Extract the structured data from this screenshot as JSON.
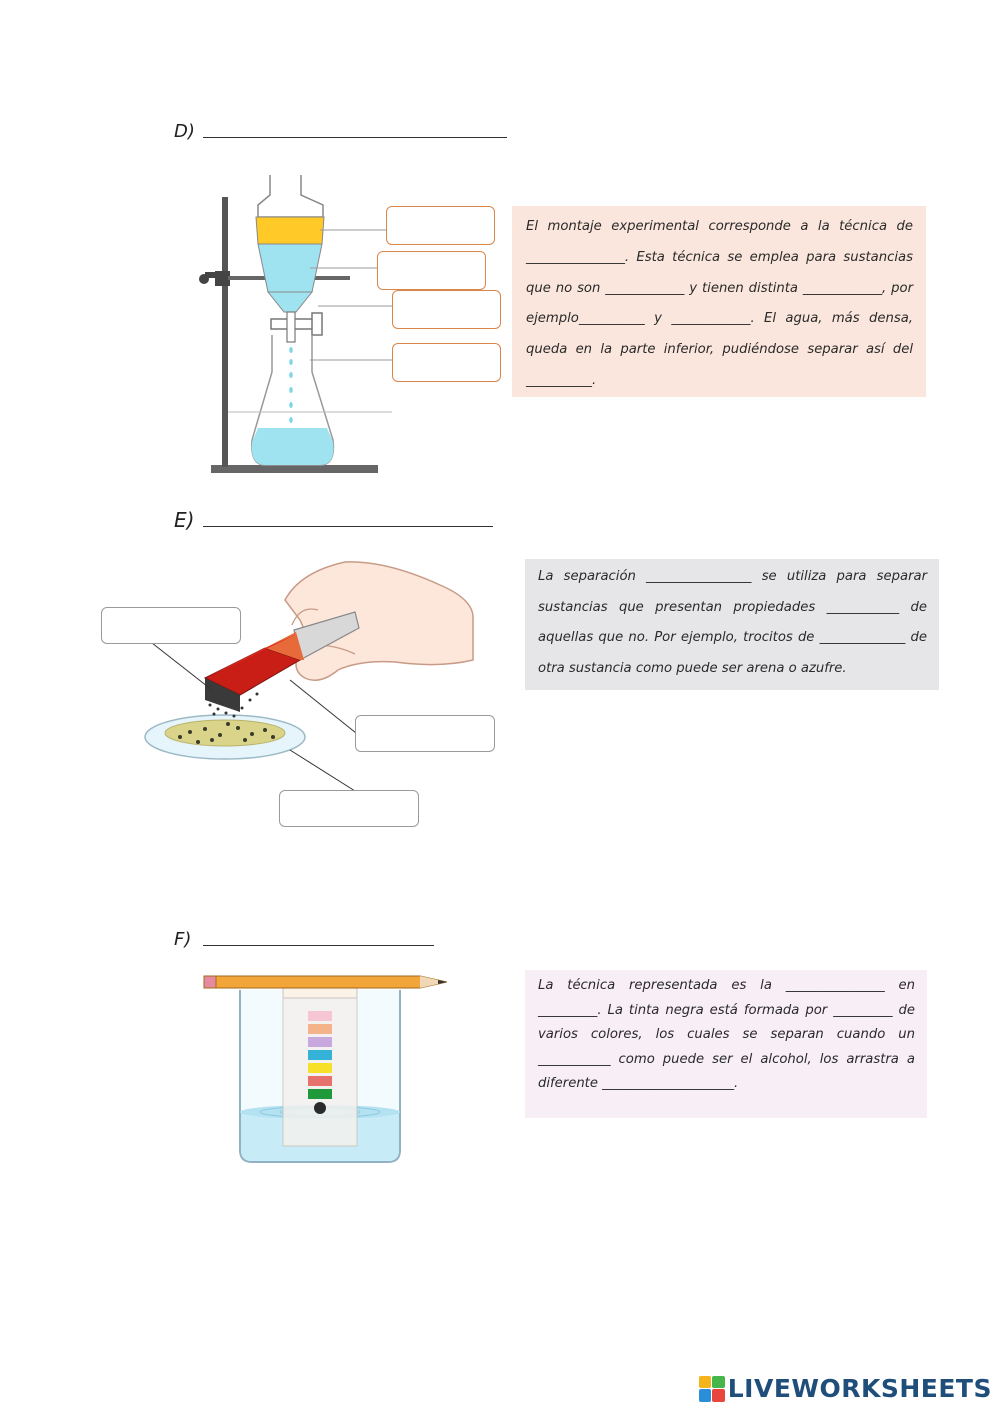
{
  "sections": {
    "d": {
      "label": "D)"
    },
    "e": {
      "label": "E)"
    },
    "f": {
      "label": "F)"
    }
  },
  "text_d": "El montaje experimental corresponde a la técnica de _______________. Esta técnica se emplea para sustancias que no son ____________ y tienen distinta ____________, por ejemplo__________ y ____________. El agua, más densa, queda en la parte inferior, pudiéndose separar así del __________.",
  "text_e": "La separación ________________ se utiliza para separar sustancias que presentan propiedades ___________ de aquellas que no. Por ejemplo, trocitos de _____________ de otra sustancia como puede ser arena o azufre.",
  "text_f": "La técnica representada es la _______________ en _________. La tinta negra está formada por _________ de varios colores, los cuales se separan cuando un ___________ como puede ser el alcohol, los arrastra a diferente ____________________.",
  "colors": {
    "box_d_bg": "#fae6dc",
    "box_e_bg": "#e6e6e8",
    "box_f_bg": "#f7eef6",
    "oil": "#ffc928",
    "water": "#9fe3f0",
    "magnet_red": "#d9261c",
    "box_border_orange": "#d9864a",
    "box_border_gray": "#9a9a9a"
  },
  "icons": [
    "separatory-funnel-illustration",
    "magnet-illustration",
    "chromatography-illustration",
    "liveworksheets-logo-icon"
  ],
  "footer": {
    "brand": "LIVEWORKSHEETS"
  }
}
